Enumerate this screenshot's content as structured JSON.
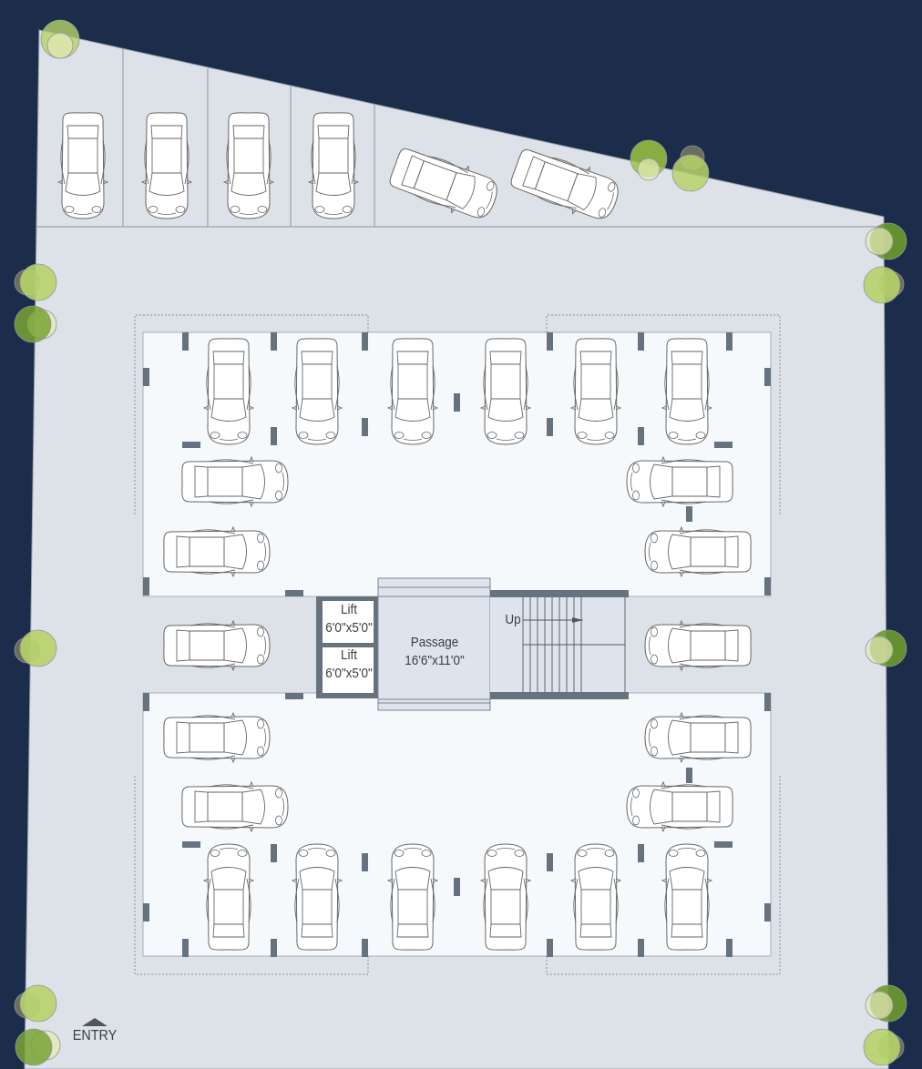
{
  "plan": {
    "lift_1": {
      "title": "Lift",
      "size": "6'0\"x5'0\""
    },
    "lift_2": {
      "title": "Lift",
      "size": "6'0\"x5'0\""
    },
    "passage": {
      "title": "Passage",
      "size": "16'6\"x11'0\""
    },
    "stair_label": "Up",
    "entry_label": "ENTRY"
  },
  "colors": {
    "background": "#1b2d4a",
    "site": "#dde1e8",
    "floor": "#f5f9fc",
    "column": "#66737f",
    "passage": "#dde4ee"
  }
}
